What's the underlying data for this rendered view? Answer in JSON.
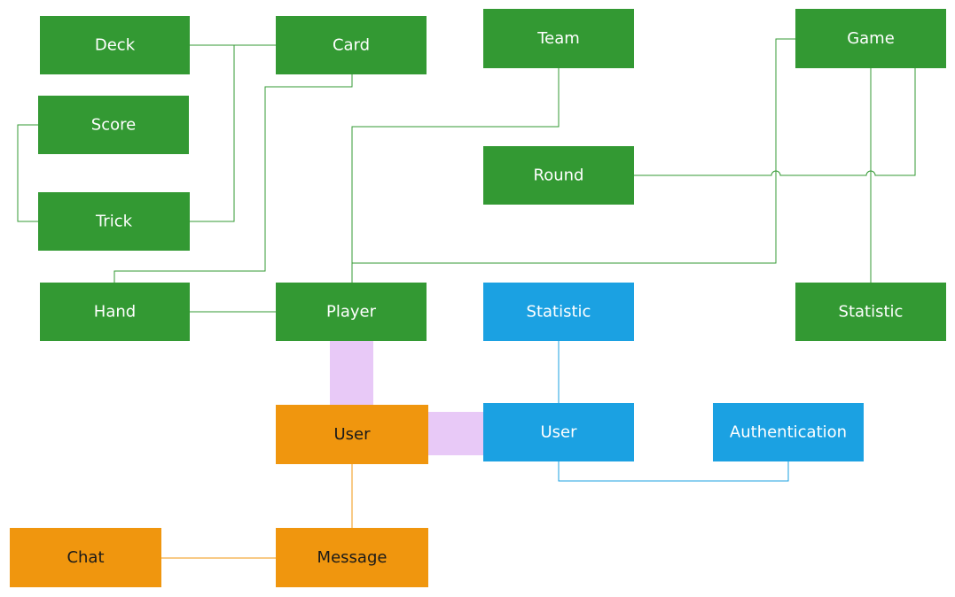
{
  "colors": {
    "green": "#339933",
    "blue": "#1BA1E2",
    "orange": "#F0960E",
    "purple_link": "#E8C9F7",
    "text_light": "#ffffff",
    "text_dark": "#1a1a1a"
  },
  "nodes": {
    "deck": "Deck",
    "card": "Card",
    "score": "Score",
    "trick": "Trick",
    "hand": "Hand",
    "player": "Player",
    "team": "Team",
    "game": "Game",
    "round": "Round",
    "statistic_blue": "Statistic",
    "statistic_green": "Statistic",
    "user_blue": "User",
    "authentication": "Authentication",
    "user_orange": "User",
    "chat": "Chat",
    "message": "Message"
  }
}
